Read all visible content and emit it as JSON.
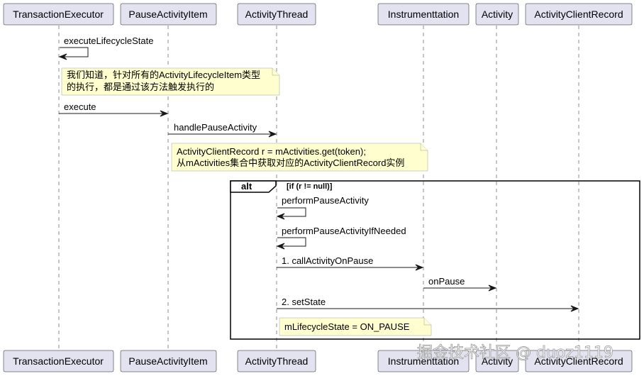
{
  "participants": [
    "TransactionExecutor",
    "PauseActivityItem",
    "ActivityThread",
    "Instrumenttation",
    "Activity",
    "ActivityClientRecord"
  ],
  "messages": [
    {
      "label": "executeLifecycleState",
      "from": 0,
      "to": 0
    },
    {
      "label": "execute",
      "from": 0,
      "to": 1
    },
    {
      "label": "handlePauseActivity",
      "from": 1,
      "to": 2
    },
    {
      "label": "performPauseActivity",
      "from": 2,
      "to": 2
    },
    {
      "label": "performPauseActivityIfNeeded",
      "from": 2,
      "to": 2
    },
    {
      "label": "1. callActivityOnPause",
      "from": 2,
      "to": 3
    },
    {
      "label": "onPause",
      "from": 3,
      "to": 4
    },
    {
      "label": "2. setState",
      "from": 2,
      "to": 5
    }
  ],
  "notes": [
    {
      "lines": [
        "我们知道，针对所有的ActivityLifecycleItem类型",
        "的执行，都是通过该方法触发执行的"
      ]
    },
    {
      "lines": [
        "ActivityClientRecord r = mActivities.get(token);",
        "从mActivities集合中获取对应的ActivityClientRecord实例"
      ]
    },
    {
      "lines": [
        "mLifecycleState = ON_PAUSE"
      ]
    }
  ],
  "alt": {
    "label": "alt",
    "condition": "[if (r != null)]"
  },
  "watermark": "掘金技术社区 @ duoz1119"
}
